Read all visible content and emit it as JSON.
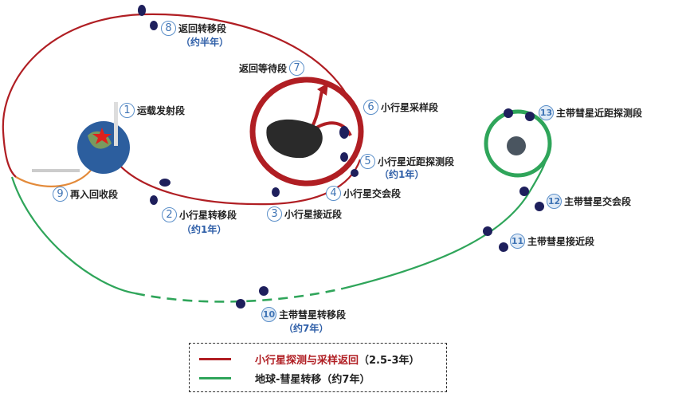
{
  "colors": {
    "red": "#b01e23",
    "green": "#2fa55a",
    "orange": "#e38a3a",
    "blue": "#3f74b5"
  },
  "stages": [
    {
      "n": "1",
      "text": "运载发射段"
    },
    {
      "n": "2",
      "text": "小行星转移段",
      "sub": "（约1年）"
    },
    {
      "n": "3",
      "text": "小行星接近段"
    },
    {
      "n": "4",
      "text": "小行星交会段"
    },
    {
      "n": "5",
      "text": "小行星近距探测段",
      "sub": "（约1年）"
    },
    {
      "n": "6",
      "text": "小行星采样段"
    },
    {
      "n": "7",
      "text": "返回等待段"
    },
    {
      "n": "8",
      "text": "返回转移段",
      "sub": "（约半年）"
    },
    {
      "n": "9",
      "text": "再入回收段"
    },
    {
      "n": "10",
      "text": "主带彗星转移段",
      "sub": "（约7年）"
    },
    {
      "n": "11",
      "text": "主带彗星接近段"
    },
    {
      "n": "12",
      "text": "主带彗星交会段"
    },
    {
      "n": "13",
      "text": "主带彗星近距探测段"
    }
  ],
  "legend": {
    "red_label": "小行星探测与采样返回",
    "red_suffix": "（2.5-3年）",
    "green_label": "地球-彗星转移（约7年）"
  }
}
